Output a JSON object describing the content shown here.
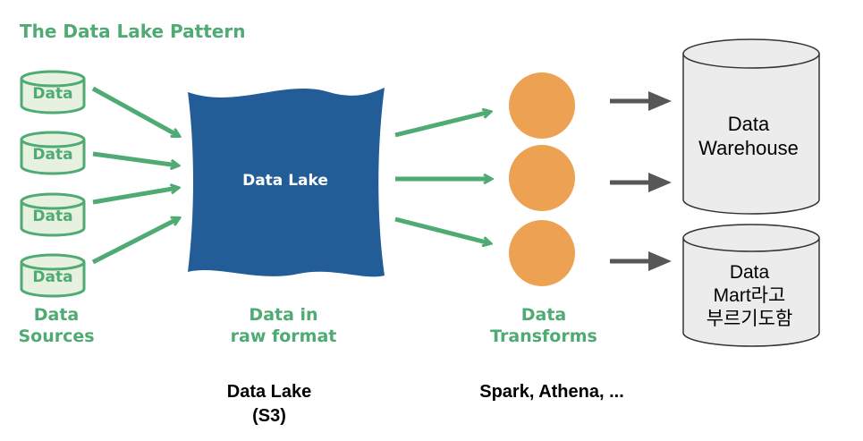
{
  "title": "The Data Lake Pattern",
  "sources": {
    "items": [
      "Data",
      "Data",
      "Data",
      "Data"
    ],
    "label_line1": "Data",
    "label_line2": "Sources"
  },
  "lake": {
    "name": "Data Lake",
    "label_line1": "Data in",
    "label_line2": "raw format"
  },
  "transforms": {
    "label_line1": "Data",
    "label_line2": "Transforms"
  },
  "warehouse": {
    "line1": "Data",
    "line2": "Warehouse"
  },
  "mart": {
    "line1": "Data",
    "line2": "Mart라고",
    "line3": "부르기도함"
  },
  "captions": {
    "lake_line1": "Data Lake",
    "lake_line2": "(S3)",
    "engines": "Spark, Athena, ..."
  },
  "colors": {
    "green": "#4faa73",
    "lake_blue": "#235d97",
    "orange": "#eda253",
    "gray_arrow": "#575757",
    "cylinder_fill": "#ececec"
  }
}
